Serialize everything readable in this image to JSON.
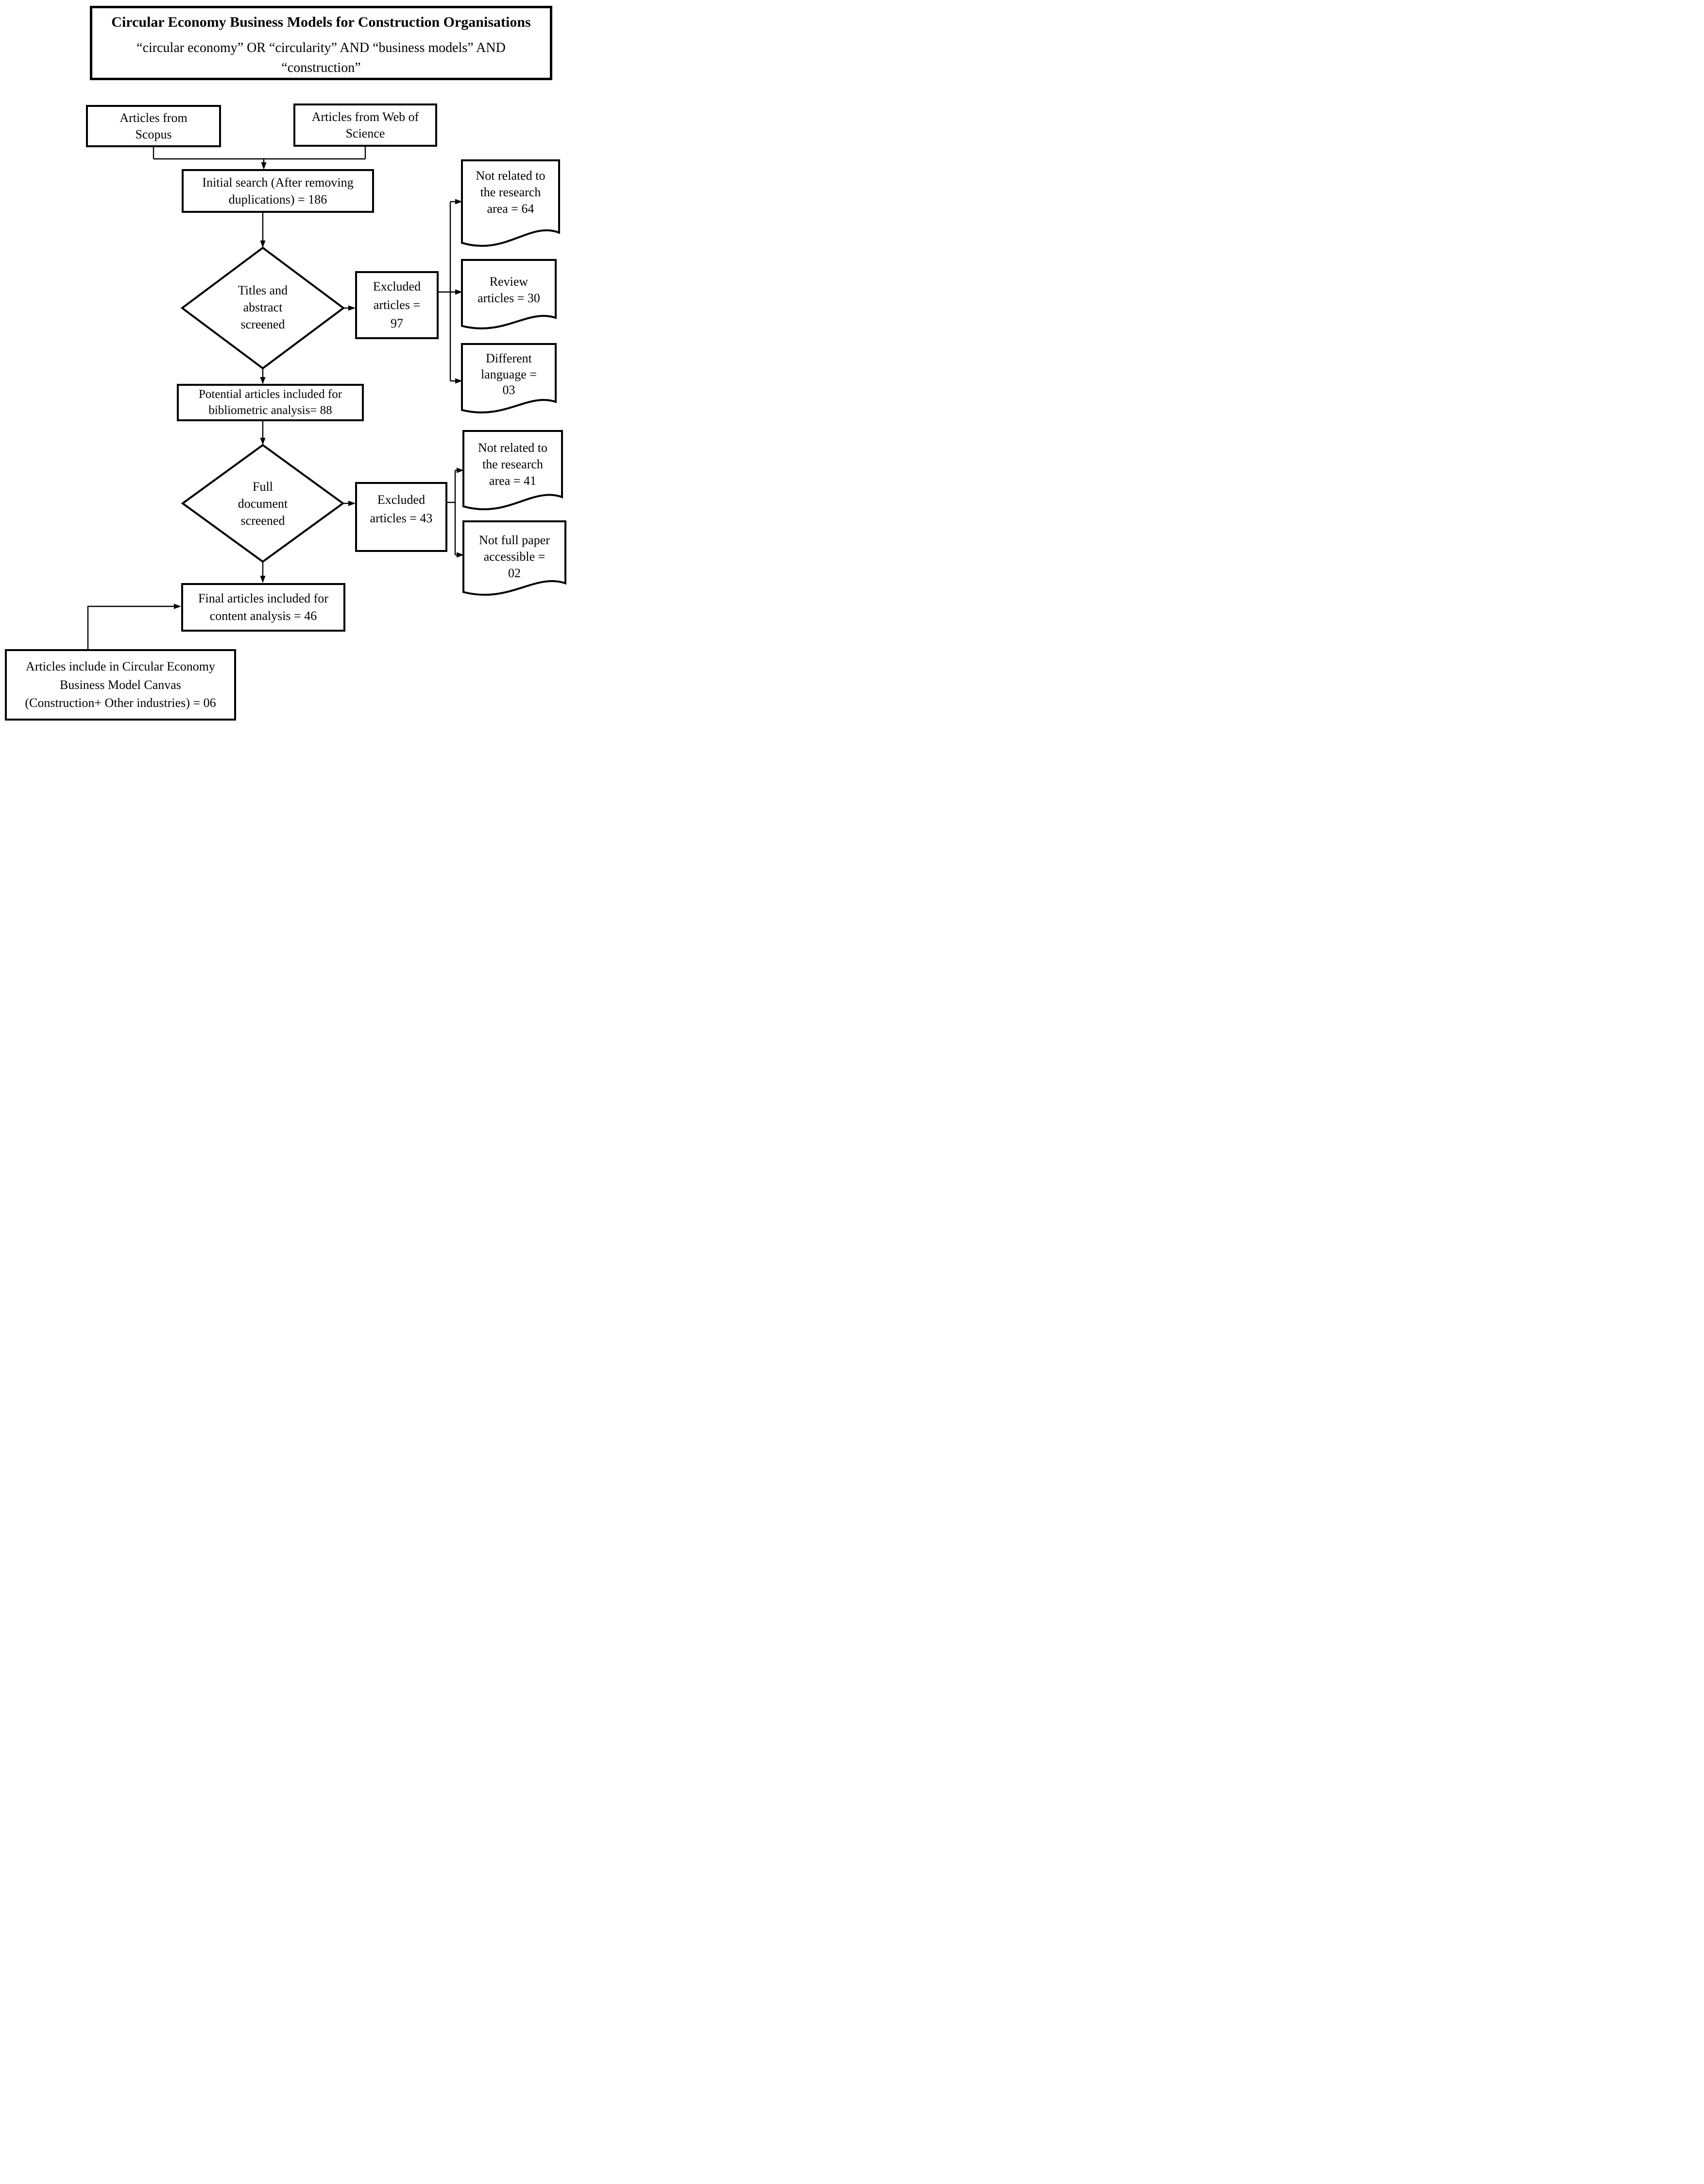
{
  "page": {
    "background_color": "#ffffff",
    "ink_color": "#000000"
  },
  "header": {
    "title": "Circular Economy Business Models for Construction Organisations",
    "search_query": "“circular economy” OR “circularity” AND “business models” AND\n“construction”"
  },
  "nodes": {
    "scopus": {
      "label": "Articles from\nScopus"
    },
    "web_of_science": {
      "label": "Articles from Web of\nScience"
    },
    "initial_search": {
      "label": "Initial search (After removing\nduplications) = 186",
      "count": 186
    },
    "titles_abstract_screened": {
      "label": "Titles and\nabstract\nscreened"
    },
    "excluded_after_screen1": {
      "label": "Excluded\narticles =\n97",
      "count": 97
    },
    "not_related_research_area_1": {
      "label": "Not related to\nthe research\narea = 64",
      "count": 64
    },
    "review_articles": {
      "label": "Review\narticles = 30",
      "count": 30
    },
    "different_language": {
      "label": "Different\nlanguage =\n03",
      "count": 3
    },
    "potential_bibliometric": {
      "label": "Potential articles included for\nbibliometric analysis= 88",
      "count": 88
    },
    "full_document_screened": {
      "label": "Full\ndocument\nscreened"
    },
    "excluded_after_screen2": {
      "label": "Excluded\narticles = 43",
      "count": 43
    },
    "not_related_research_area_2": {
      "label": "Not related to\nthe research\narea = 41",
      "count": 41
    },
    "not_full_paper_accessible": {
      "label": "Not full paper\naccessible =\n02",
      "count": 2
    },
    "final_content_analysis": {
      "label": "Final articles included for\ncontent analysis = 46",
      "count": 46
    },
    "cebmc_articles": {
      "label": "Articles include in Circular Economy\nBusiness Model Canvas\n(Construction+ Other industries) = 06",
      "count": 6
    }
  }
}
